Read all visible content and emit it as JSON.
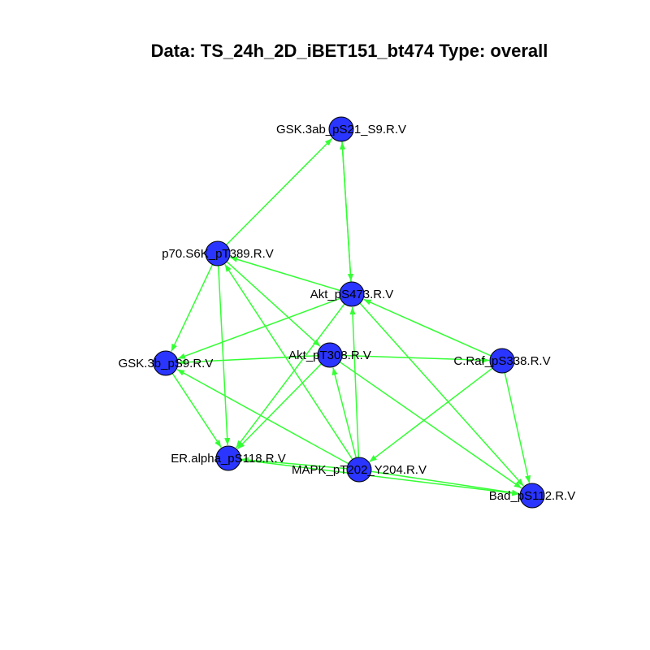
{
  "title": "Data: TS_24h_2D_iBET151_bt474 Type: overall",
  "colors": {
    "edge": "#33ff33",
    "node": "#2a35ff",
    "node_stroke": "#000000"
  },
  "nodes": [
    {
      "id": "gsk3ab",
      "label": "GSK.3ab_pS21_S9.R.V"
    },
    {
      "id": "p70s6k",
      "label": "p70.S6K_pT389.R.V"
    },
    {
      "id": "akt473",
      "label": "Akt_pS473.R.V"
    },
    {
      "id": "gsk3b",
      "label": "GSK.3b_pS9.R.V"
    },
    {
      "id": "akt308",
      "label": "Akt_pT308.R.V"
    },
    {
      "id": "craf",
      "label": "C.Raf_pS338.R.V"
    },
    {
      "id": "eralpha",
      "label": "ER.alpha_pS118.R.V"
    },
    {
      "id": "mapk",
      "label": "MAPK_pT202_Y204.R.V"
    },
    {
      "id": "bad",
      "label": "Bad_pS112.R.V"
    }
  ],
  "edges": [
    {
      "from": "p70s6k",
      "to": "gsk3ab"
    },
    {
      "from": "akt473",
      "to": "gsk3ab"
    },
    {
      "from": "gsk3ab",
      "to": "akt473"
    },
    {
      "from": "akt473",
      "to": "p70s6k"
    },
    {
      "from": "p70s6k",
      "to": "gsk3b"
    },
    {
      "from": "p70s6k",
      "to": "eralpha"
    },
    {
      "from": "p70s6k",
      "to": "akt308"
    },
    {
      "from": "akt473",
      "to": "gsk3b"
    },
    {
      "from": "akt473",
      "to": "eralpha"
    },
    {
      "from": "craf",
      "to": "akt473"
    },
    {
      "from": "akt473",
      "to": "bad"
    },
    {
      "from": "akt308",
      "to": "gsk3b"
    },
    {
      "from": "akt308",
      "to": "eralpha"
    },
    {
      "from": "akt308",
      "to": "craf"
    },
    {
      "from": "akt308",
      "to": "bad"
    },
    {
      "from": "gsk3b",
      "to": "eralpha"
    },
    {
      "from": "mapk",
      "to": "gsk3b"
    },
    {
      "from": "mapk",
      "to": "p70s6k"
    },
    {
      "from": "mapk",
      "to": "akt308"
    },
    {
      "from": "mapk",
      "to": "akt473"
    },
    {
      "from": "mapk",
      "to": "eralpha"
    },
    {
      "from": "craf",
      "to": "mapk"
    },
    {
      "from": "mapk",
      "to": "bad"
    },
    {
      "from": "craf",
      "to": "bad"
    },
    {
      "from": "eralpha",
      "to": "bad"
    }
  ]
}
